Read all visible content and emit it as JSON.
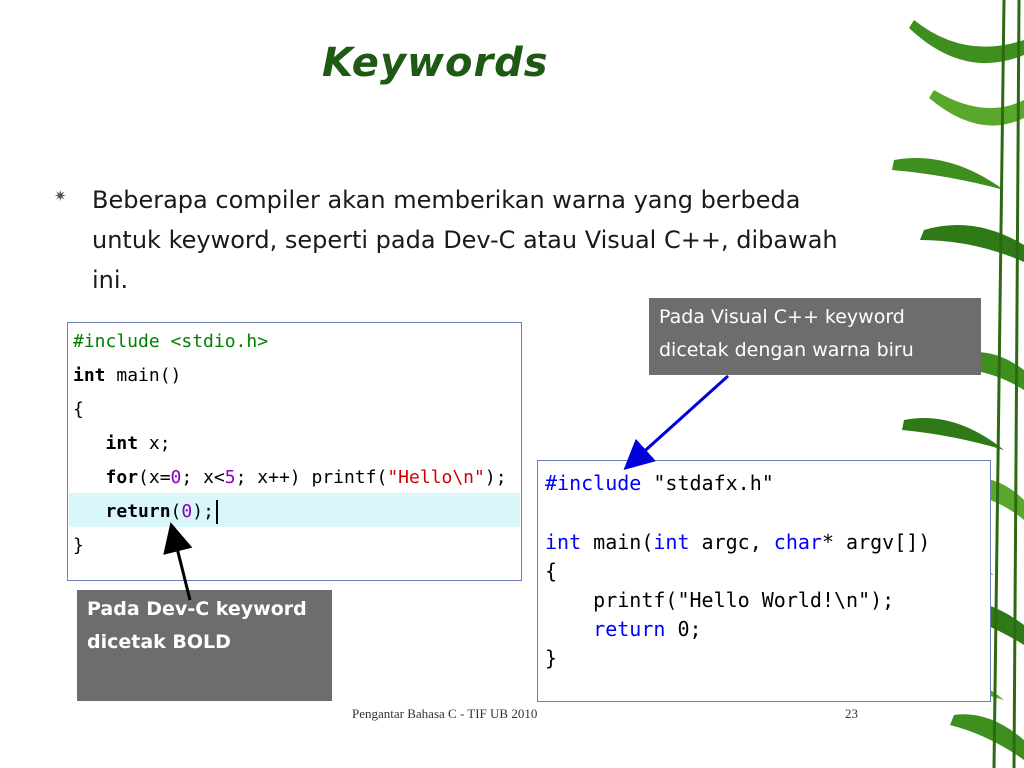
{
  "slide": {
    "title": "Keywords",
    "bullet_text": "Beberapa compiler akan memberikan warna yang berbeda untuk keyword, seperti pada Dev-C atau Visual C++, dibawah ini.",
    "footer_left": "Pengantar Bahasa C - TIF UB 2010",
    "page_number": "23"
  },
  "devc_code": {
    "include": "#include <stdio.h>",
    "int_kw": "int",
    "main_rest": " main()",
    "open_brace": "{",
    "indent": "   ",
    "int_decl_rest": " x;",
    "for_kw": "for",
    "for_p1": "(x=",
    "for_num0": "0",
    "for_p2": "; x<",
    "for_num5": "5",
    "for_p3": "; x++) printf(",
    "for_str": "\"Hello\\n\"",
    "for_end": ");",
    "return_kw": "return",
    "ret_open": "(",
    "ret_num": "0",
    "ret_close": ");",
    "close_brace": "}"
  },
  "vc_code": {
    "include_kw": "#include",
    "include_rest": " \"stdafx.h\"",
    "int_kw": "int",
    "main_p1": " main(",
    "int_kw2": "int",
    "main_p2": " argc, ",
    "char_kw": "char",
    "main_p3": "* argv[])",
    "open_brace": "{",
    "indent": "    ",
    "printf_line": "printf(\"Hello World!\\n\");",
    "return_kw": "return",
    "return_rest": " 0;",
    "close_brace": "}"
  },
  "notes": {
    "visual_cpp": "Pada Visual C++ keyword dicetak dengan warna biru",
    "devc": "Pada Dev-C keyword dicetak BOLD"
  },
  "icons": {
    "bullet": "asterisk-bullet-icon",
    "arrow": "arrow-icon",
    "decoration": "bamboo-leaves-decoration"
  },
  "colors": {
    "title": "#1e5a14",
    "note_bg": "#6d6d6d",
    "arrow": "#0000dd",
    "vc_keyword": "#0000ff",
    "devc_preprocessor": "#008000",
    "devc_string": "#cc0000",
    "devc_number": "#8a00b8",
    "highlight_row": "#d9f7fb"
  }
}
